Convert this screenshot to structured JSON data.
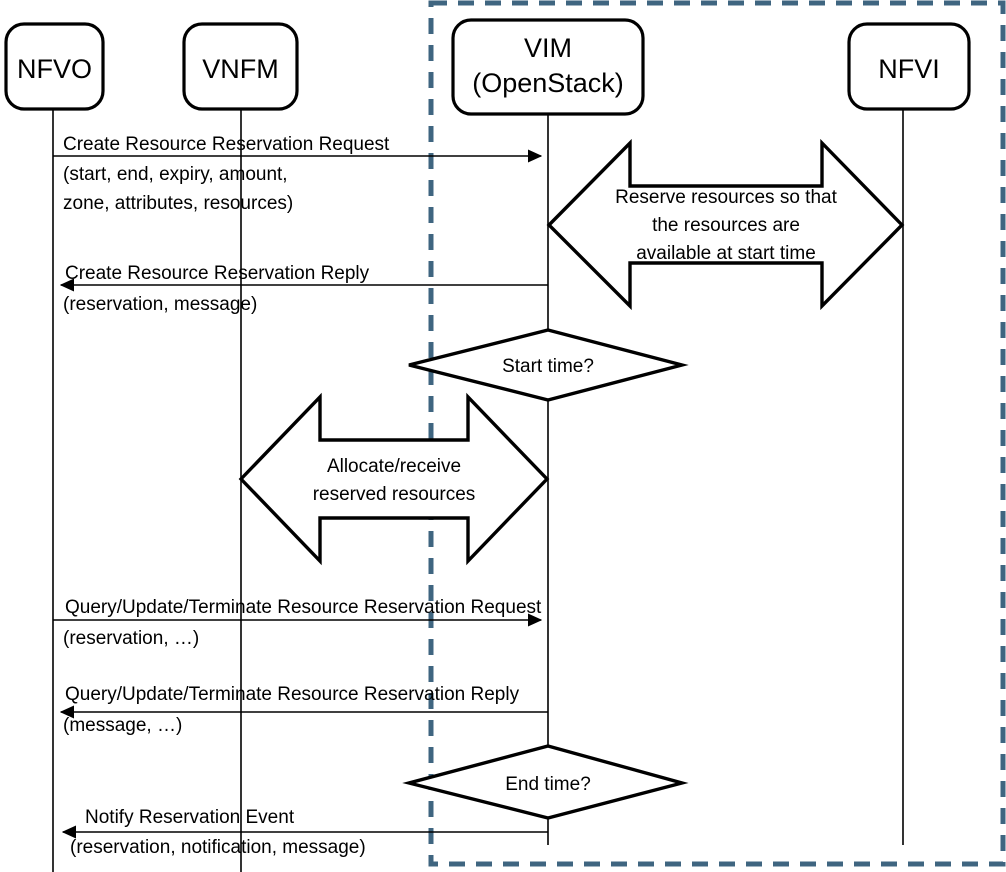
{
  "diagram": {
    "title": "NFV Resource Reservation Sequence Diagram",
    "colors": {
      "boundary": "#3f6580",
      "stroke": "#000000",
      "fill": "#ffffff"
    },
    "boundary_label": "vim-scope-boundary",
    "lifelines": [
      {
        "id": "nfvo",
        "label": "NFVO",
        "label2": ""
      },
      {
        "id": "vnfm",
        "label": "VNFM",
        "label2": ""
      },
      {
        "id": "vim",
        "label": "VIM",
        "label2": "(OpenStack)"
      },
      {
        "id": "nfvi",
        "label": "NFVI",
        "label2": ""
      }
    ],
    "messages": [
      {
        "id": "create-request",
        "from": "nfvo",
        "to": "vim",
        "direction": "right",
        "line1": "Create Resource Reservation Request",
        "line2": "(start, end, expiry, amount,",
        "line3": "zone, attributes, resources)"
      },
      {
        "id": "create-reply",
        "from": "vim",
        "to": "nfvo",
        "direction": "left",
        "line1": "Create Resource Reservation Reply",
        "line2": "(reservation, message)",
        "line3": ""
      },
      {
        "id": "qut-request",
        "from": "nfvo",
        "to": "vim",
        "direction": "right",
        "line1": "Query/Update/Terminate  Resource Reservation  Request",
        "line2": "(reservation, …)",
        "line3": ""
      },
      {
        "id": "qut-reply",
        "from": "vim",
        "to": "nfvo",
        "direction": "left",
        "line1": "Query/Update/Terminate  Resource Reservation  Reply",
        "line2": "(message, …)",
        "line3": ""
      },
      {
        "id": "notify-event",
        "from": "vim",
        "to": "nfvo",
        "direction": "left",
        "line1": "Notify Reservation Event",
        "line2": "(reservation, notification, message)",
        "line3": ""
      }
    ],
    "block_arrows": [
      {
        "id": "reserve-resources",
        "between": "vim-nfvi",
        "line1": "Reserve resources so that",
        "line2": "the resources are",
        "line3": "available at start time"
      },
      {
        "id": "allocate-reserved",
        "between": "vnfm-vim",
        "line1": "Allocate/receive",
        "line2": "reserved resources",
        "line3": ""
      }
    ],
    "decisions": [
      {
        "id": "start-time",
        "label": "Start time?"
      },
      {
        "id": "end-time",
        "label": "End time?"
      }
    ]
  }
}
